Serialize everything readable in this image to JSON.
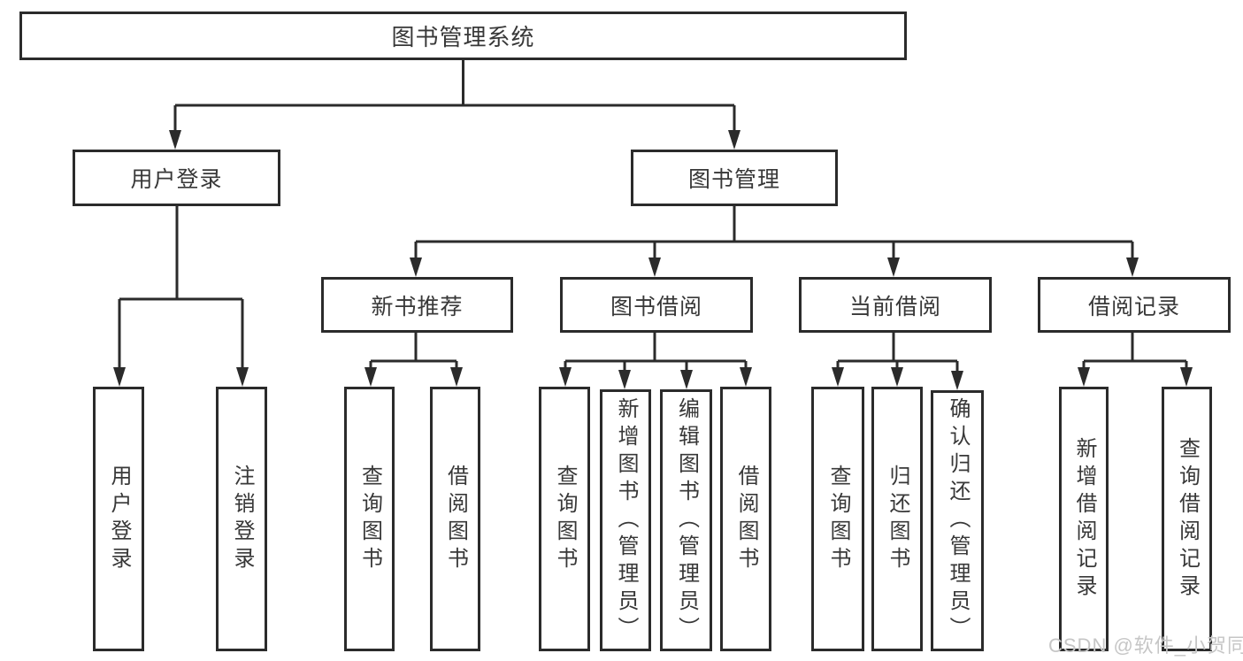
{
  "tree": {
    "label": "图书管理系统",
    "children": [
      {
        "label": "用户登录",
        "children": [
          {
            "label": "用户登录"
          },
          {
            "label": "注销登录"
          }
        ]
      },
      {
        "label": "图书管理",
        "children": [
          {
            "label": "新书推荐",
            "children": [
              {
                "label": "查询图书"
              },
              {
                "label": "借阅图书"
              }
            ]
          },
          {
            "label": "图书借阅",
            "children": [
              {
                "label": "查询图书"
              },
              {
                "label": "新增图书（管理员）"
              },
              {
                "label": "编辑图书（管理员）"
              },
              {
                "label": "借阅图书"
              }
            ]
          },
          {
            "label": "当前借阅",
            "children": [
              {
                "label": "查询图书"
              },
              {
                "label": "归还图书"
              },
              {
                "label": "确认归还（管理员）"
              }
            ]
          },
          {
            "label": "借阅记录",
            "children": [
              {
                "label": "新增借阅记录"
              },
              {
                "label": "查询借阅记录"
              }
            ]
          }
        ]
      }
    ]
  },
  "watermark": "CSDN @软件_小贺同学",
  "colors": {
    "line": "#2b2b2b",
    "text": "#383838",
    "background": "#ffffff",
    "watermark": "#c6c6c6"
  }
}
